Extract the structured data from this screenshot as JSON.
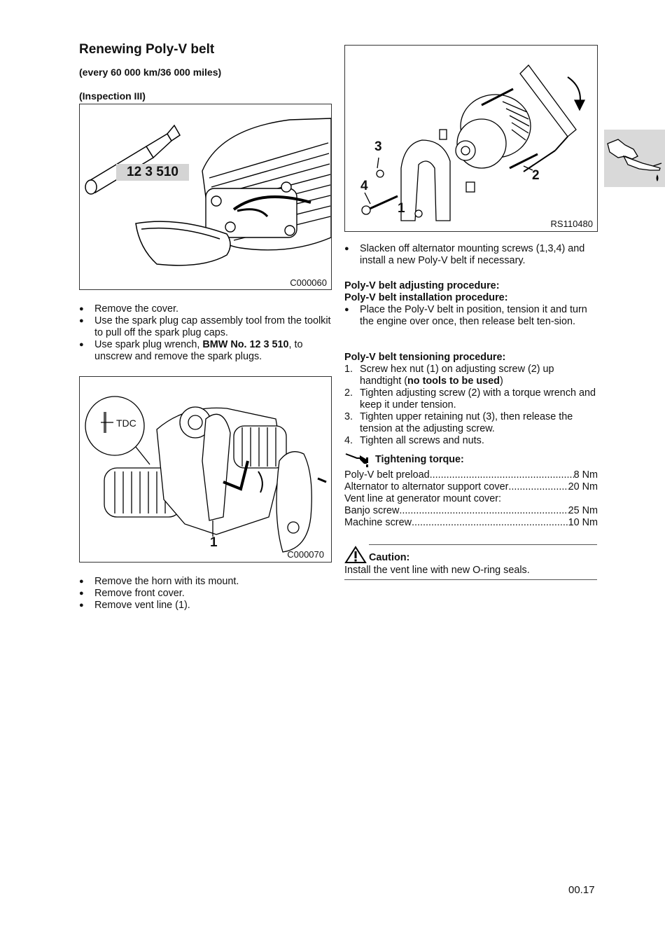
{
  "page": {
    "title": "Renewing Poly-V belt",
    "interval": "(every 60 000 km/36 000 miles)",
    "inspection": "(Inspection III)",
    "page_number": "00.17"
  },
  "figures": {
    "fig1": {
      "code": "C000060",
      "tool_label": "12 3 510"
    },
    "fig2": {
      "code": "C000070",
      "tdc_label": "TDC",
      "callout": "1"
    },
    "fig3": {
      "code": "RS110480",
      "callouts": [
        "3",
        "4",
        "1",
        "2"
      ]
    }
  },
  "left_col": {
    "bullets1": [
      "Remove the cover.",
      "Use the spark plug cap assembly tool from the toolkit to pull off the spark plug caps."
    ],
    "bullet_wrench": {
      "pre": "Use spark plug wrench, ",
      "bold": "BMW No. 12 3 510",
      "post": ", to unscrew and remove the spark plugs."
    },
    "bullets2": [
      "Remove the horn with its mount.",
      "Remove front cover.",
      "Remove vent line (1)."
    ]
  },
  "right_col": {
    "bullet_slacken": "Slacken off alternator mounting screws (1,3,4) and install a new Poly-V belt if necessary.",
    "adjust_heading": "Poly-V belt adjusting procedure:",
    "install_heading": "Poly-V belt installation procedure:",
    "install_bullet": "Place the Poly-V belt in position, tension it and turn the engine over once, then release belt ten-sion.",
    "tension_heading": "Poly-V belt tensioning procedure:",
    "steps": [
      {
        "n": "1.",
        "pre": "Screw hex nut (1) on adjusting screw (2) up handtight (",
        "bold": "no tools to be used",
        "post": ")"
      },
      {
        "n": "2.",
        "pre": "Tighten adjusting screw (2) with a torque wrench and keep it under tension.",
        "bold": "",
        "post": ""
      },
      {
        "n": "3.",
        "pre": "Tighten upper retaining nut (3), then release the tension at the adjusting screw.",
        "bold": "",
        "post": ""
      },
      {
        "n": "4.",
        "pre": "Tighten all screws and nuts.",
        "bold": "",
        "post": ""
      }
    ],
    "torque_heading": "Tightening torque:",
    "torque_rows": [
      {
        "label": "Poly-V belt preload",
        "value": "8 Nm"
      },
      {
        "label": "Alternator to alternator support cover",
        "value": "20 Nm"
      }
    ],
    "vent_heading": "Vent line at generator mount cover:",
    "vent_rows": [
      {
        "label": "Banjo screw",
        "value": "25 Nm"
      },
      {
        "label": "Machine screw",
        "value": "10 Nm"
      }
    ],
    "caution_heading": "Caution:",
    "caution_text": "Install the vent line with new O-ring seals."
  },
  "icons": {
    "side_tab": "hand-oil-can-icon",
    "torque": "torque-wrench-icon",
    "caution": "warning-triangle-icon"
  }
}
